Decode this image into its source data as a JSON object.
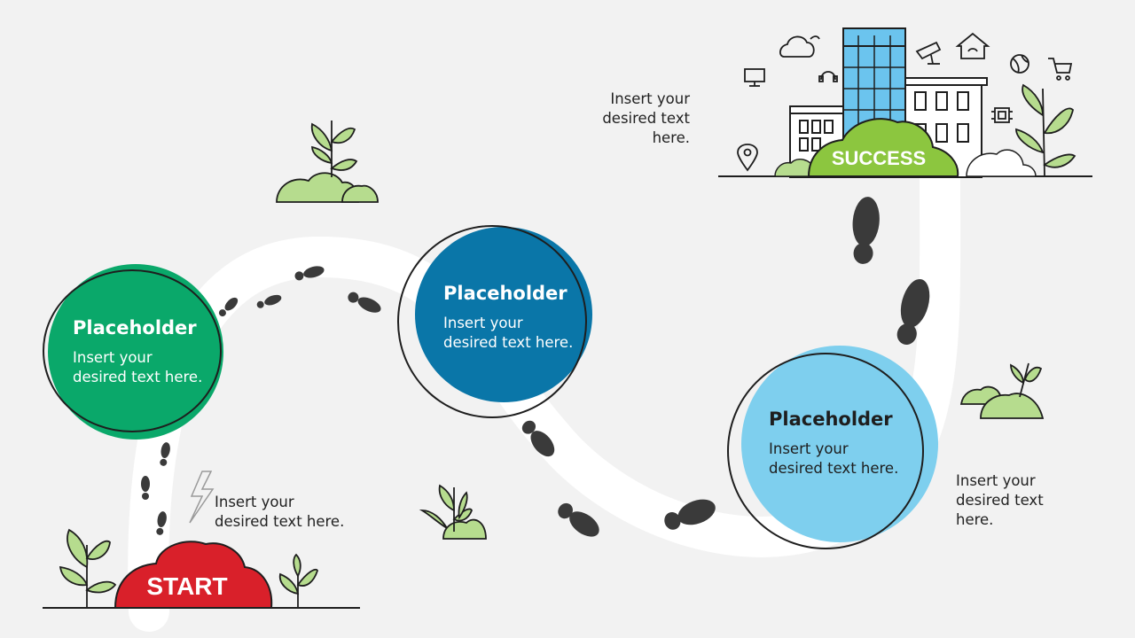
{
  "step1": {
    "title": "Placeholder",
    "body": "Insert your desired text here.",
    "color": "#0aa86a"
  },
  "step2": {
    "title": "Placeholder",
    "body": "Insert your desired text here.",
    "color": "#0a76a8"
  },
  "step3": {
    "title": "Placeholder",
    "body": "Insert your desired text here.",
    "color": "#7ecfee"
  },
  "note_start": "Insert your desired text here.",
  "note_success": "Insert your desired text here.",
  "note_right": "Insert your desired text here.",
  "start_label": "START",
  "success_label": "SUCCESS",
  "colors": {
    "start": "#d9202a",
    "success": "#8cc63f",
    "plant": "#b6dc8e",
    "path": "#ffffff",
    "footprint": "#3a3a3a",
    "building": "#6bc4ee"
  }
}
